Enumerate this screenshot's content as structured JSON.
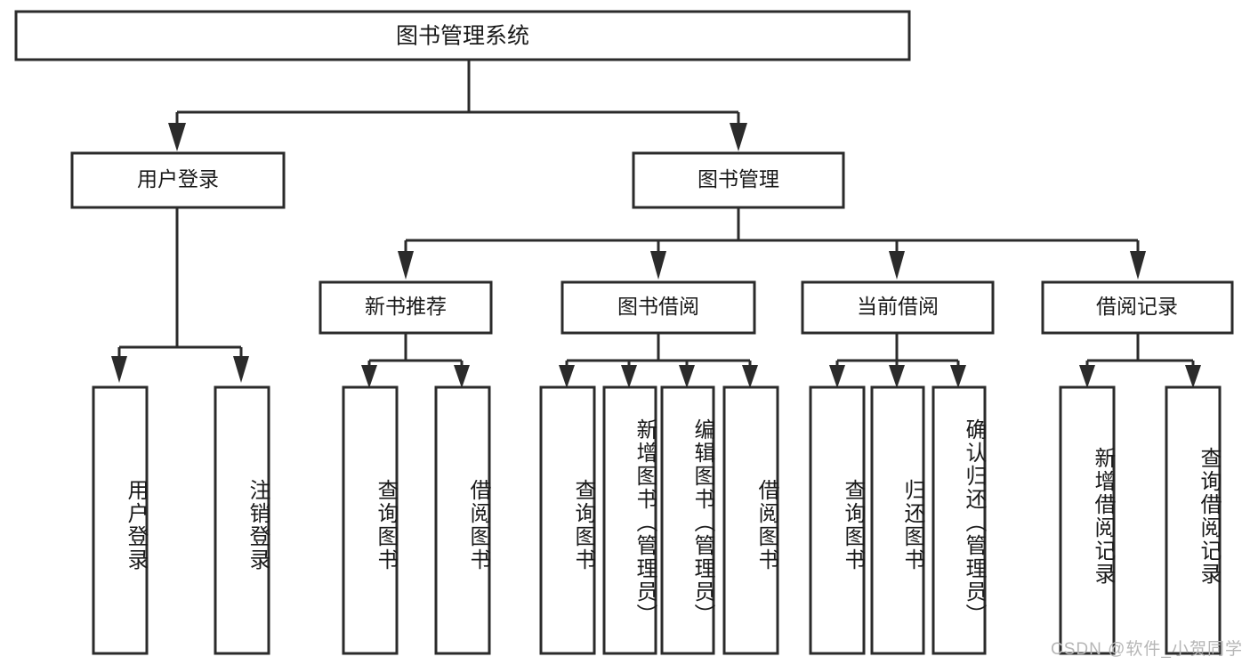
{
  "diagram": {
    "type": "tree",
    "title": "图书管理系统",
    "root": {
      "id": "root",
      "label": "图书管理系统"
    },
    "level1": [
      {
        "id": "user-login",
        "label": "用户登录"
      },
      {
        "id": "book-management",
        "label": "图书管理"
      }
    ],
    "level2": [
      {
        "id": "new-book-recommend",
        "label": "新书推荐",
        "parent": "book-management"
      },
      {
        "id": "book-borrow",
        "label": "图书借阅",
        "parent": "book-management"
      },
      {
        "id": "current-borrow",
        "label": "当前借阅",
        "parent": "book-management"
      },
      {
        "id": "borrow-record",
        "label": "借阅记录",
        "parent": "book-management"
      }
    ],
    "leaves": {
      "user-login": [
        {
          "id": "leaf-user-login",
          "label": "用户登录"
        },
        {
          "id": "leaf-logout",
          "label": "注销登录"
        }
      ],
      "new-book-recommend": [
        {
          "id": "leaf-query-book-1",
          "label": "查询图书"
        },
        {
          "id": "leaf-borrow-book-1",
          "label": "借阅图书"
        }
      ],
      "book-borrow": [
        {
          "id": "leaf-query-book-2",
          "label": "查询图书"
        },
        {
          "id": "leaf-add-book",
          "label": "新增图书（管理员）"
        },
        {
          "id": "leaf-edit-book",
          "label": "编辑图书（管理员）"
        },
        {
          "id": "leaf-borrow-book-2",
          "label": "借阅图书"
        }
      ],
      "current-borrow": [
        {
          "id": "leaf-query-book-3",
          "label": "查询图书"
        },
        {
          "id": "leaf-return-book",
          "label": "归还图书"
        },
        {
          "id": "leaf-confirm-return",
          "label": "确认归还（管理员）"
        }
      ],
      "borrow-record": [
        {
          "id": "leaf-add-record",
          "label": "新增借阅记录"
        },
        {
          "id": "leaf-query-record",
          "label": "查询借阅记录"
        }
      ]
    }
  },
  "watermark": {
    "text": "CSDN @软件_小贺同学"
  },
  "colors": {
    "background": "#ffffff",
    "box_fill": "#ffffff",
    "box_stroke": "#2b2b2b",
    "text": "#1a1a1a",
    "watermark": "#b6b6b6"
  }
}
